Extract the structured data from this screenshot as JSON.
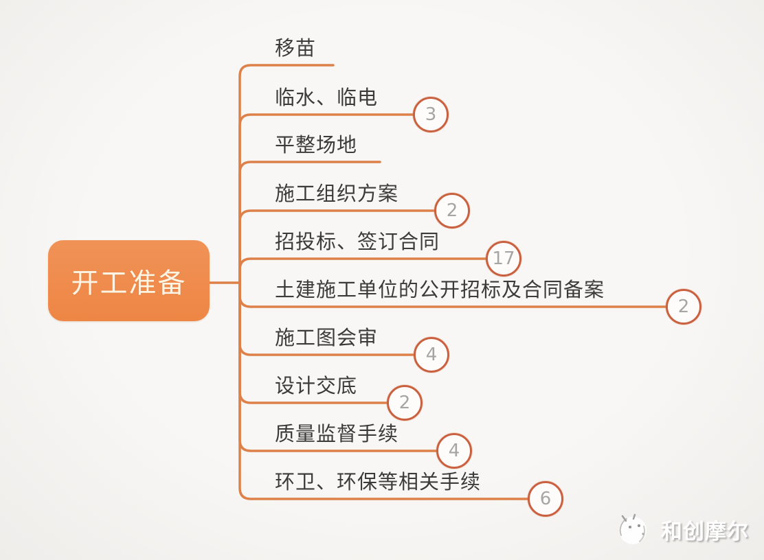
{
  "root": {
    "label": "开工准备"
  },
  "branches": [
    {
      "label": "移苗",
      "badge": null
    },
    {
      "label": "临水、临电",
      "badge": "3"
    },
    {
      "label": "平整场地",
      "badge": null
    },
    {
      "label": "施工组织方案",
      "badge": "2"
    },
    {
      "label": "招投标、签订合同",
      "badge": "17"
    },
    {
      "label": "土建施工单位的公开招标及合同备案",
      "badge": "2"
    },
    {
      "label": "施工图会审",
      "badge": "4"
    },
    {
      "label": "设计交底",
      "badge": "2"
    },
    {
      "label": "质量监督手续",
      "badge": "4"
    },
    {
      "label": "环卫、环保等相关手续",
      "badge": "6"
    }
  ],
  "watermark": {
    "label": "和创摩尔"
  },
  "colors": {
    "node_fill": "#ee8645",
    "node_text": "#fdf4e3",
    "line": "#dd8049",
    "badge_border": "#c96040",
    "badge_text": "#a5a5a5",
    "label_text": "#3b3b3b",
    "background": "#f7f6f4"
  }
}
